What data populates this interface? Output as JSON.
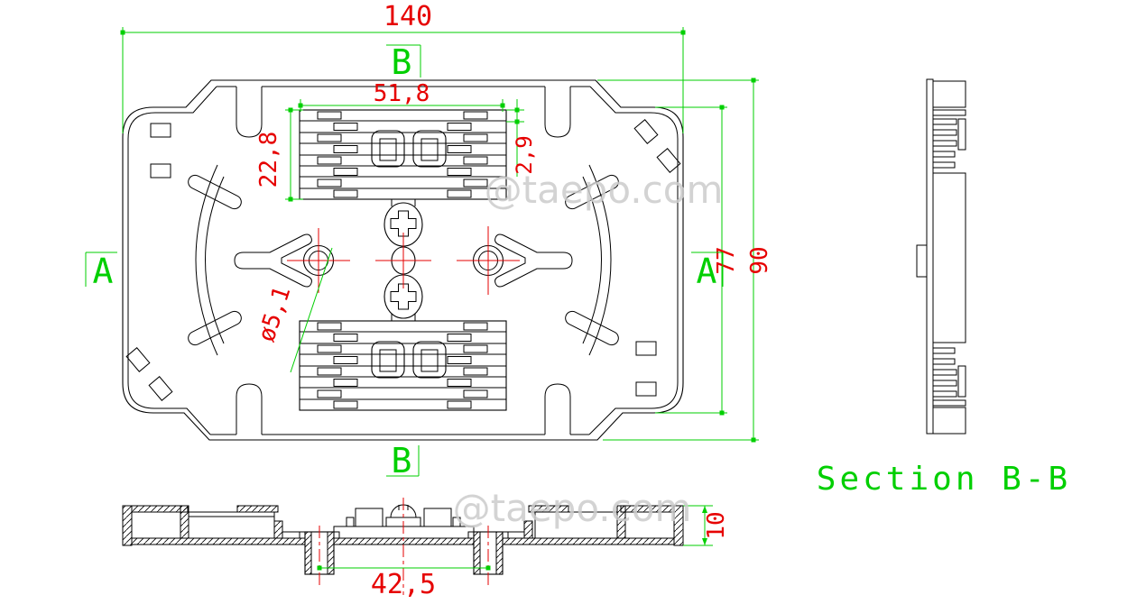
{
  "drawing": {
    "background": "#ffffff",
    "colors": {
      "outline": "#000000",
      "dimension_line": "#00cf00",
      "dimension_text": "#e60000",
      "centerline": "#e60000",
      "section_label": "#00cf00",
      "watermark": "#cccccc"
    },
    "watermark": {
      "text": "@taepo.com"
    },
    "labels": {
      "section_b_top": "B",
      "section_b_bottom": "B",
      "section_a_left": "A",
      "section_a_right": "A",
      "section_title": "Section B-B"
    },
    "dimensions": {
      "overall_width": "140",
      "overall_height": "90",
      "inner_height": "77",
      "holder_width": "51,8",
      "holder_height": "22,8",
      "slot_pitch": "2,9",
      "hole_diameter": "ø5,1",
      "boss_spacing": "42,5",
      "base_thickness": "10"
    }
  }
}
